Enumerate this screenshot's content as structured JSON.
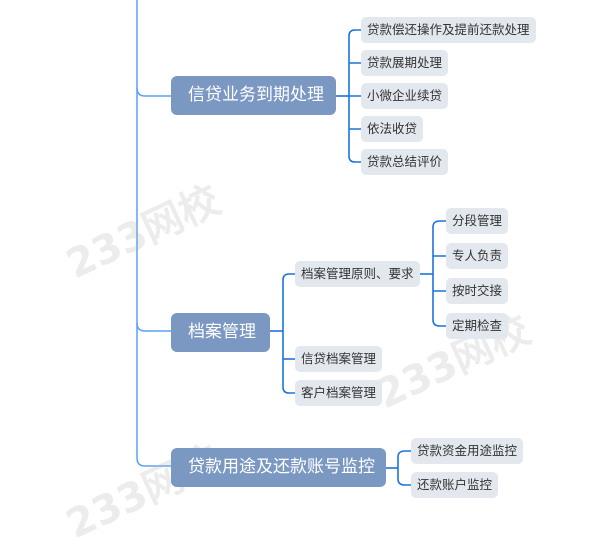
{
  "watermark": "233网校",
  "colors": {
    "main_node": "#7b98c2",
    "sub_node": "#e3e8ef",
    "connector": "#1b74d9",
    "trunk": "#5aa3f2"
  },
  "branches": [
    {
      "label": "信贷业务到期处理",
      "children": [
        {
          "label": "贷款偿还操作及提前还款处理"
        },
        {
          "label": "贷款展期处理"
        },
        {
          "label": "小微企业续贷"
        },
        {
          "label": "依法收贷"
        },
        {
          "label": "贷款总结评价"
        }
      ]
    },
    {
      "label": "档案管理",
      "children": [
        {
          "label": "档案管理原则、要求",
          "children": [
            {
              "label": "分段管理"
            },
            {
              "label": "专人负责"
            },
            {
              "label": "按时交接"
            },
            {
              "label": "定期检查"
            }
          ]
        },
        {
          "label": "信贷档案管理"
        },
        {
          "label": "客户档案管理"
        }
      ]
    },
    {
      "label": "贷款用途及还款账号监控",
      "children": [
        {
          "label": "贷款资金用途监控"
        },
        {
          "label": "还款账户监控"
        }
      ]
    }
  ]
}
